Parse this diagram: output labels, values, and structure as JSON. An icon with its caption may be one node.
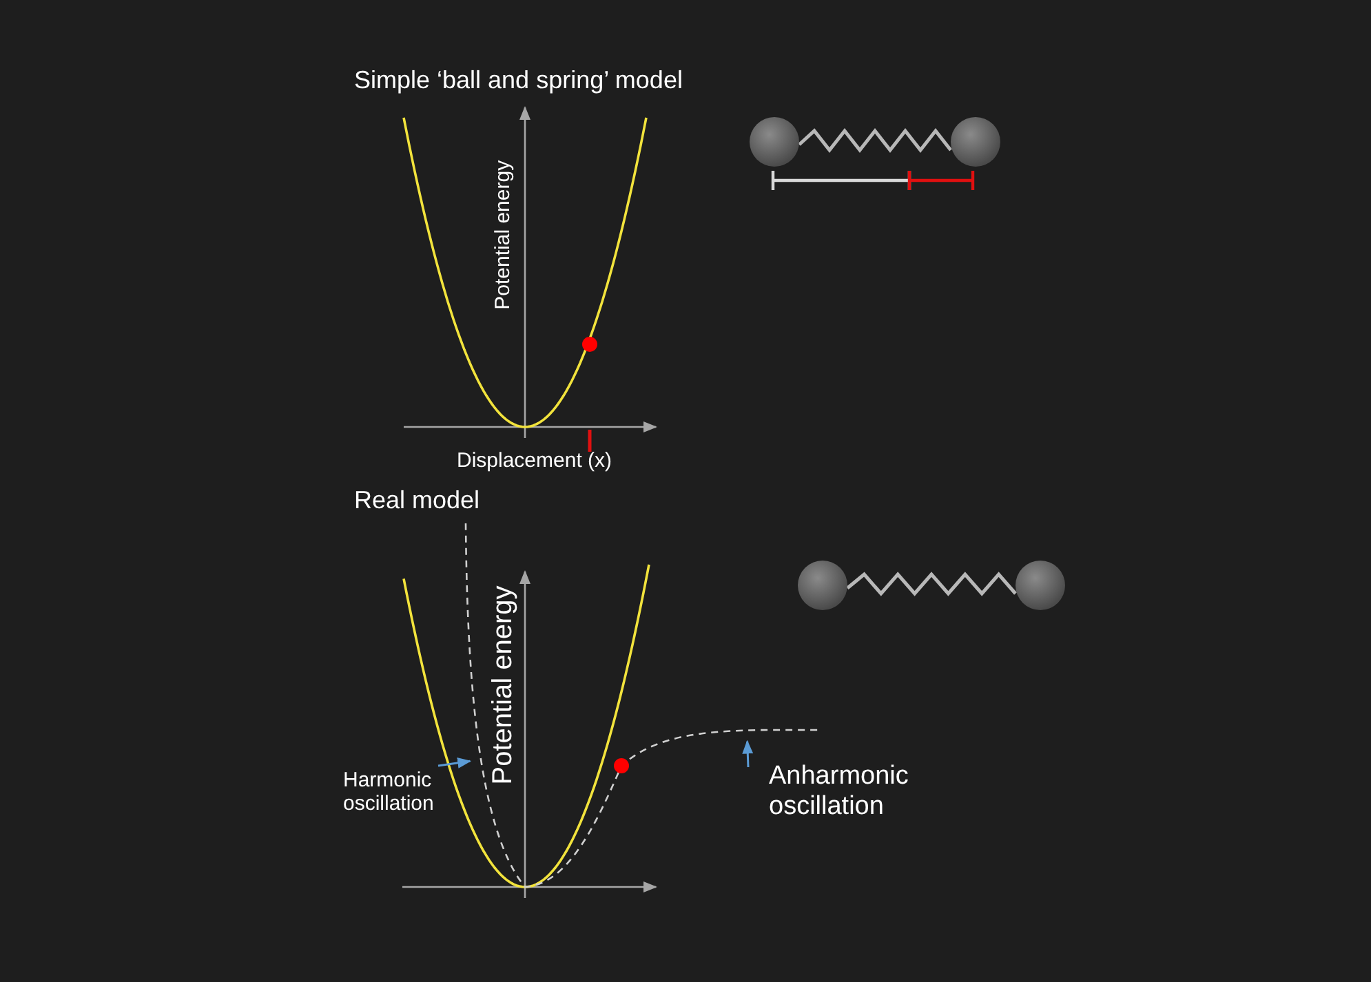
{
  "diagram": {
    "nodes": [
      {
        "text": [
          "Harmonic oscillation"
        ]
      },
      {
        "text": [
          "Anharmonic oscillation"
        ]
      },
      {
        "text": [],
        "shape": "curve"
      }
    ],
    "edges": [
      {
        "from": 0,
        "to": 2,
        "arrow": "to"
      },
      {
        "from": 1,
        "to": 2,
        "arrow": "to"
      }
    ],
    "labels": [
      "Simple ‘ball and spring’ model",
      "Potential energy",
      "Displacement (x)",
      "Real model",
      "Potential energy"
    ]
  }
}
